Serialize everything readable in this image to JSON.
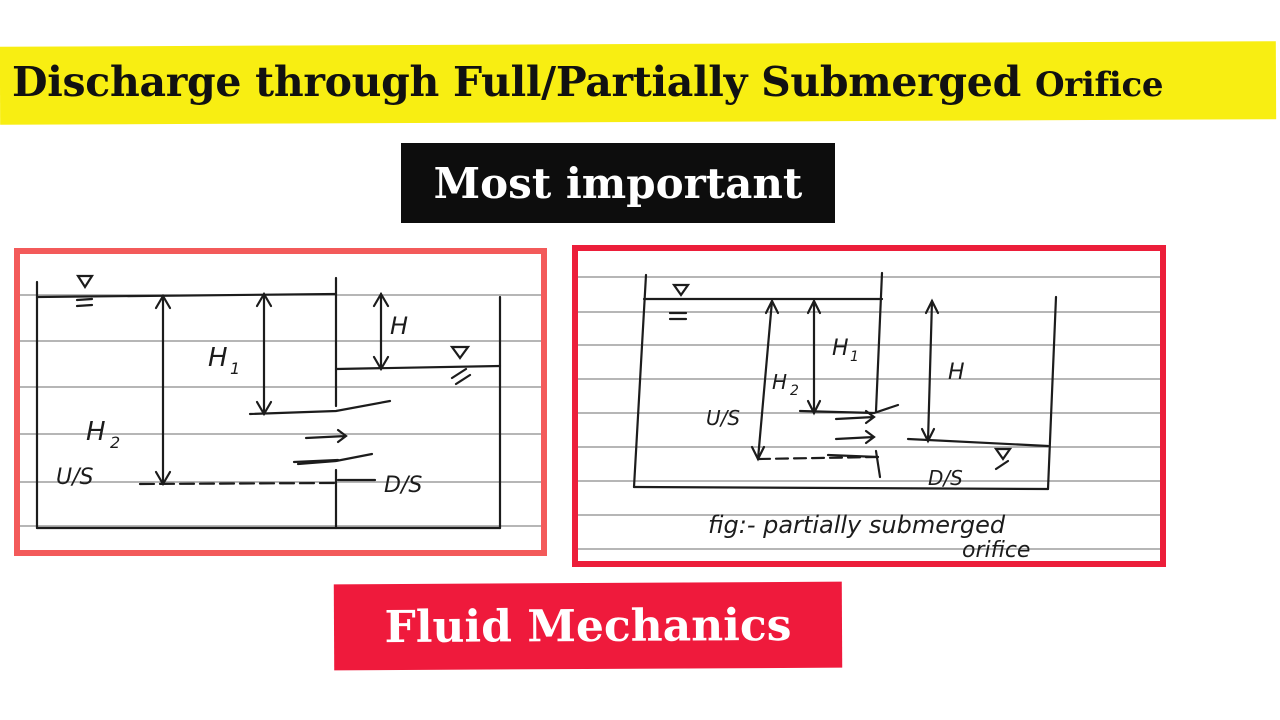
{
  "title": {
    "main": "Discharge through Full/Partially Submerged",
    "tail": "Orifice",
    "background_color": "#f8ee12"
  },
  "badge": {
    "text": "Most important",
    "background_color": "#0d0d0d"
  },
  "diagram_full": {
    "labels": {
      "h1": "H",
      "h1_sub": "1",
      "h2": "H",
      "h2_sub": "2",
      "h": "H",
      "us": "U/S",
      "ds": "D/S"
    },
    "border_color": "#f35a5a"
  },
  "diagram_partial": {
    "labels": {
      "h1": "H",
      "h1_sub": "1",
      "h2": "H",
      "h2_sub": "2",
      "h": "H",
      "us": "U/S",
      "ds": "D/S"
    },
    "caption_line1": "fig:- partially submerged",
    "caption_line2": "orifice",
    "border_color": "#ec1e3a"
  },
  "footer": {
    "text": "Fluid Mechanics",
    "background_color": "#ef1a3c"
  }
}
